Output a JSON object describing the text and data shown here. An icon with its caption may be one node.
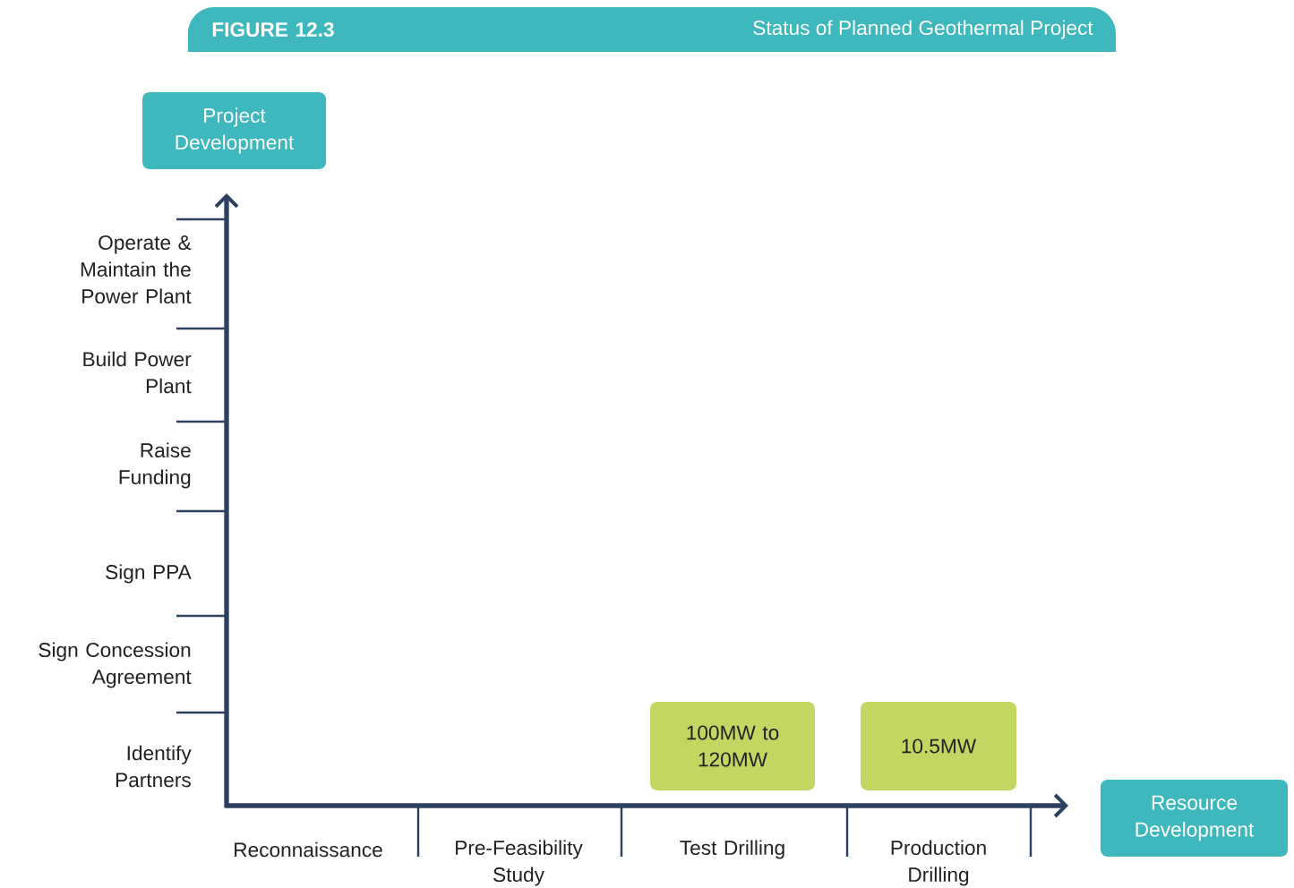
{
  "diagram": {
    "title": "Status of Planned Geothermal Project",
    "nodes": [
      {
        "text": [
          "Project Development"
        ]
      },
      {
        "text": [
          "Resource Development"
        ]
      },
      {
        "text": [
          "100MW to 120MW"
        ]
      },
      {
        "text": [
          "10.5MW"
        ]
      }
    ],
    "labels": [
      "FIGURE 12.3",
      "Operate & Maintain the Power Plant",
      "Build Power Plant",
      "Raise Funding",
      "Sign PPA",
      "Sign Concession Agreement",
      "Identify Partners",
      "Reconnaissance",
      "Pre-Feasibility Study",
      "Test Drilling",
      "Production Drilling"
    ]
  }
}
